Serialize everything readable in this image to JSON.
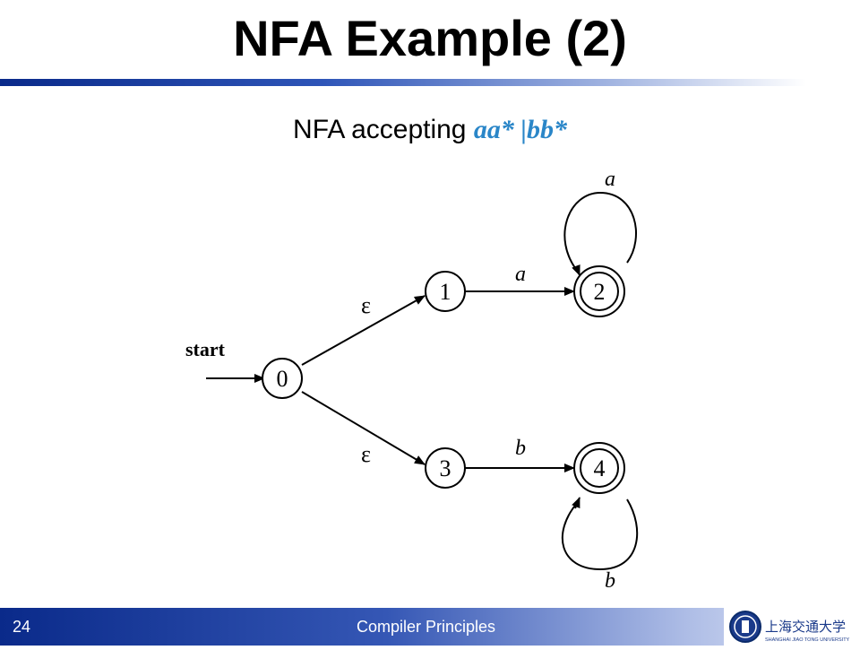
{
  "slide": {
    "title": "NFA Example (2)",
    "subtitle_prefix": "NFA accepting ",
    "regex": "aa* |bb*"
  },
  "diagram": {
    "start_label": "start",
    "states": [
      {
        "id": "0",
        "label": "0",
        "accepting": false
      },
      {
        "id": "1",
        "label": "1",
        "accepting": false
      },
      {
        "id": "2",
        "label": "2",
        "accepting": true
      },
      {
        "id": "3",
        "label": "3",
        "accepting": false
      },
      {
        "id": "4",
        "label": "4",
        "accepting": true
      }
    ],
    "transitions": [
      {
        "from": "0",
        "to": "1",
        "label": "ε"
      },
      {
        "from": "0",
        "to": "3",
        "label": "ε"
      },
      {
        "from": "1",
        "to": "2",
        "label": "a"
      },
      {
        "from": "2",
        "to": "2",
        "label": "a"
      },
      {
        "from": "3",
        "to": "4",
        "label": "b"
      },
      {
        "from": "4",
        "to": "4",
        "label": "b"
      }
    ]
  },
  "footer": {
    "page_number": "24",
    "course": "Compiler Principles",
    "logo_text": "上海交通大学",
    "logo_subtext": "SHANGHAI JIAO TONG UNIVERSITY"
  },
  "colors": {
    "accent_blue": "#2a86c8",
    "footer_dark": "#0a2a8a"
  }
}
